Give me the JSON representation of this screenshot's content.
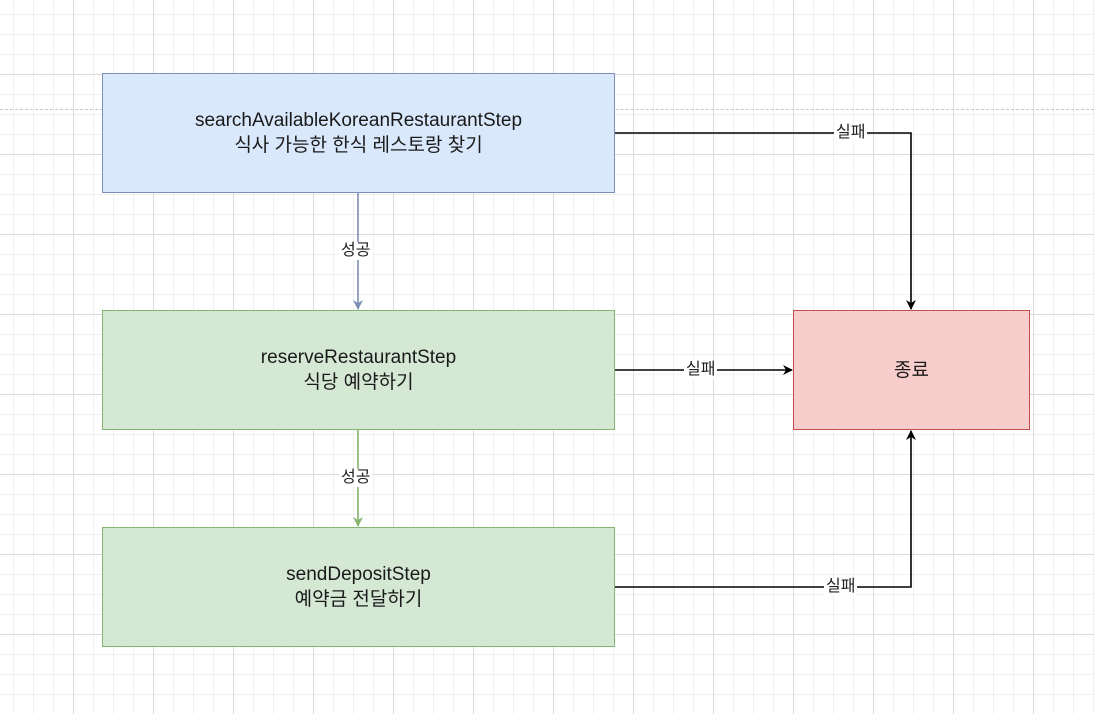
{
  "nodes": {
    "search": {
      "line1": "searchAvailableKoreanRestaurantStep",
      "line2": "식사 가능한 한식 레스토랑 찾기",
      "fill": "#dae8fc",
      "stroke": "#7c8fb6"
    },
    "reserve": {
      "line1": "reserveRestaurantStep",
      "line2": "식당 예약하기",
      "fill": "#d5e8d4",
      "stroke": "#86b36f"
    },
    "deposit": {
      "line1": "sendDepositStep",
      "line2": "예약금 전달하기",
      "fill": "#d5e8d4",
      "stroke": "#86b36f"
    },
    "end": {
      "label": "종료",
      "fill": "#f8cecc",
      "stroke": "#c24f4c"
    }
  },
  "edges": {
    "search_to_reserve": {
      "label": "성공",
      "color": "#7c8fb6"
    },
    "reserve_to_deposit": {
      "label": "성공",
      "color": "#86b36f"
    },
    "search_to_end": {
      "label": "실패",
      "color": "#000000"
    },
    "reserve_to_end": {
      "label": "실패",
      "color": "#000000"
    },
    "deposit_to_end": {
      "label": "실패",
      "color": "#000000"
    }
  }
}
